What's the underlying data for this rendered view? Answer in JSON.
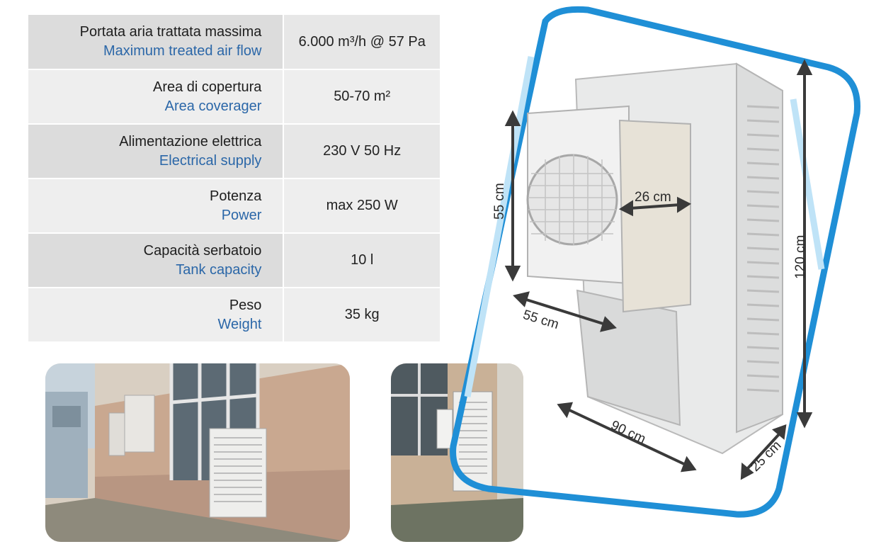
{
  "specs": [
    {
      "label_it": "Portata aria trattata massima",
      "label_en": "Maximum treated air flow",
      "value": "6.000 m³/h @ 57 Pa"
    },
    {
      "label_it": "Area di copertura",
      "label_en": "Area coverager",
      "value": "50-70 m²"
    },
    {
      "label_it": "Alimentazione elettrica",
      "label_en": "Electrical supply",
      "value": "230 V 50 Hz"
    },
    {
      "label_it": "Potenza",
      "label_en": "Power",
      "value": "max 250 W"
    },
    {
      "label_it": "Capacità serbatoio",
      "label_en": "Tank capacity",
      "value": "10 l"
    },
    {
      "label_it": "Peso",
      "label_en": "Weight",
      "value": "35 kg"
    }
  ],
  "dimensions": {
    "fan_height": "55 cm",
    "fan_depth": "26 cm",
    "fan_width": "55 cm",
    "unit_height": "120 cm",
    "unit_width": "90 cm",
    "unit_depth": "25 cm"
  },
  "colors": {
    "label_en": "#2b67a8",
    "frame_blue": "#1f8fd6",
    "frame_light": "#bfe3f7"
  }
}
